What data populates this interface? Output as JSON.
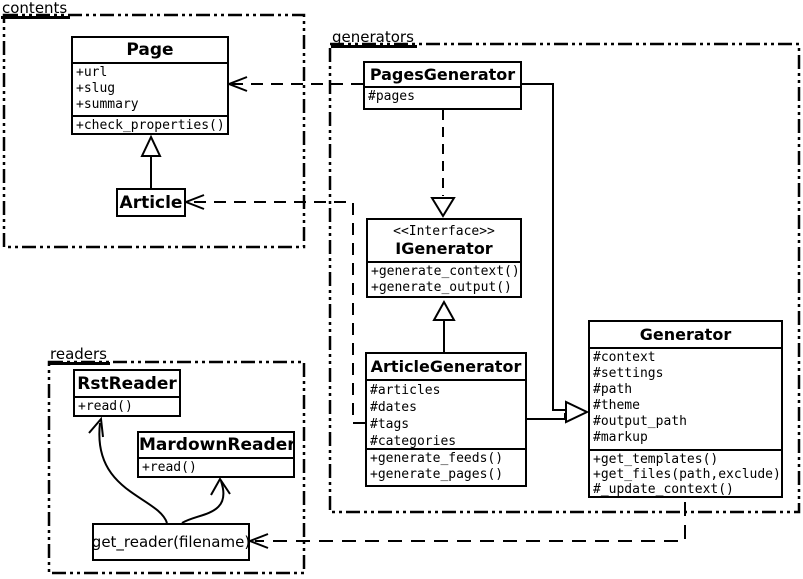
{
  "diagram_type": "uml-class-diagram",
  "colors": {
    "line": "#000000",
    "background": "#ffffff"
  },
  "packages": {
    "contents": {
      "label": "contents"
    },
    "generators": {
      "label": "generators"
    },
    "readers": {
      "label": "readers"
    }
  },
  "classes": {
    "page": {
      "name": "Page",
      "attributes": [
        "+url",
        "+slug",
        "+summary"
      ],
      "methods": [
        "+check_properties()"
      ]
    },
    "article": {
      "name": "Article"
    },
    "pages_generator": {
      "name": "PagesGenerator",
      "attributes": [
        "#pages"
      ]
    },
    "igenerator": {
      "stereotype": "<<Interface>>",
      "name": "IGenerator",
      "methods": [
        "+generate_context()",
        "+generate_output()"
      ]
    },
    "article_generator": {
      "name": "ArticleGenerator",
      "attributes": [
        "#articles",
        "#dates",
        "#tags",
        "#categories"
      ],
      "methods": [
        "+generate_feeds()",
        "+generate_pages()"
      ]
    },
    "generator": {
      "name": "Generator",
      "attributes": [
        "#context",
        "#settings",
        "#path",
        "#theme",
        "#output_path",
        "#markup"
      ],
      "methods": [
        "+get_templates()",
        "+get_files(path,exclude)",
        "#_update_context()"
      ]
    },
    "rst_reader": {
      "name": "RstReader",
      "methods": [
        "+read()"
      ]
    },
    "markdown_reader": {
      "name": "MardownReader",
      "methods": [
        "+read()"
      ]
    },
    "get_reader": {
      "label": "get_reader(filename)"
    }
  }
}
